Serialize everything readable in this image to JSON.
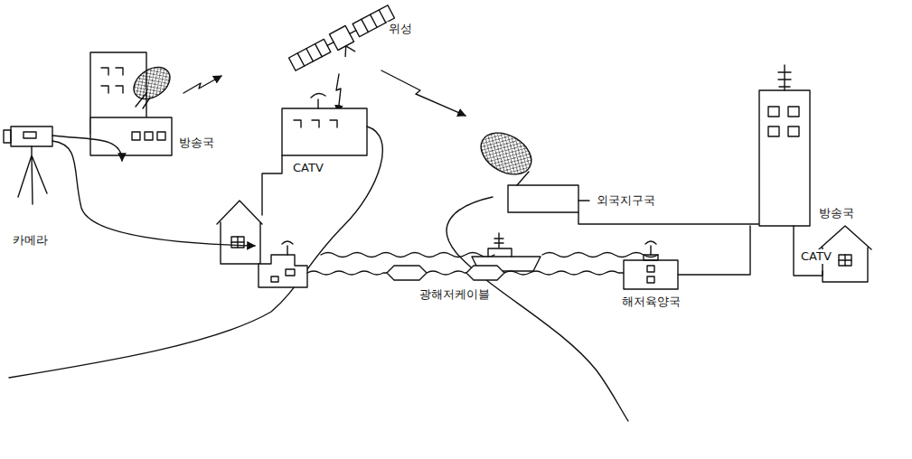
{
  "diagram": {
    "labels": [
      "위성",
      "방송국",
      "CATV",
      "카메라",
      "광해저케이블",
      "해저육양국",
      "외국지구국",
      "방송국",
      "CATV"
    ]
  }
}
